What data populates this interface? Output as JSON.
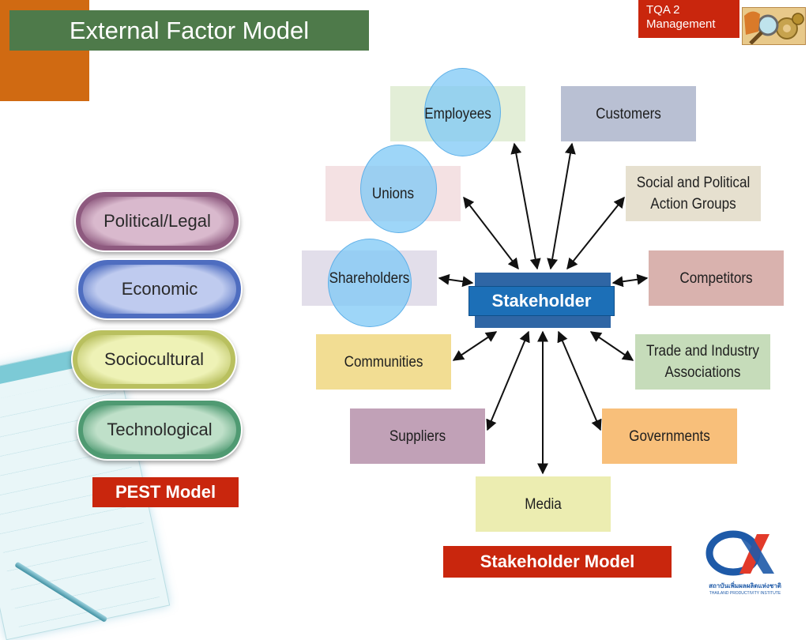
{
  "header": {
    "title": "External Factor Model",
    "tqa_line1": "TQA 2",
    "tqa_line2": "Management"
  },
  "pest": {
    "items": [
      {
        "label": "Political/Legal",
        "color": "#8e5a7f",
        "inner": "#d9b9cd"
      },
      {
        "label": "Economic",
        "color": "#4e6dc0",
        "inner": "#bfcbef"
      },
      {
        "label": "Sociocultural",
        "color": "#b9c05f",
        "inner": "#eef2b6"
      },
      {
        "label": "Technological",
        "color": "#4f9a72",
        "inner": "#bfe0c9"
      }
    ],
    "label": "PEST Model"
  },
  "stakeholder": {
    "center": "Stakeholder",
    "label": "Stakeholder Model",
    "nodes": {
      "employees": "Employees",
      "customers": "Customers",
      "unions": "Unions",
      "social": "Social and Political\nAction Groups",
      "shareholders": "Shareholders",
      "competitors": "Competitors",
      "communities": "Communities",
      "trade": "Trade and Industry\nAssociations",
      "suppliers": "Suppliers",
      "governments": "Governments",
      "media": "Media"
    },
    "colors": {
      "employees": "#e3eed7",
      "customers": "#b9c0d3",
      "unions": "#f4e1e3",
      "social": "#e6e0cf",
      "shareholders": "#e2deea",
      "competitors": "#d9b2ae",
      "communities": "#f2dd93",
      "trade": "#c6dcba",
      "suppliers": "#c1a1b7",
      "governments": "#f8bf7a",
      "media": "#ecedb1"
    }
  },
  "logo": {
    "caption_thai": "สถาบันเพิ่มผลผลิตแห่งชาติ",
    "caption_en": "THAILAND PRODUCTIVITY INSTITUTE"
  }
}
